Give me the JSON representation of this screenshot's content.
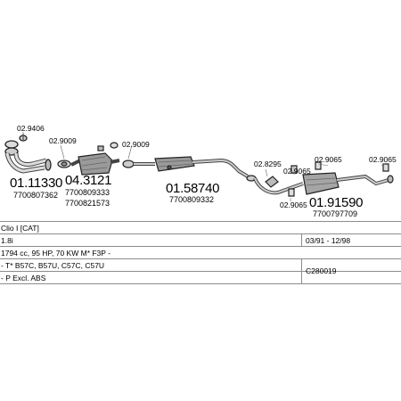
{
  "parts": {
    "p1_small": "02.9406",
    "p1_main": "01.11330",
    "p1_oem": "7700807362",
    "p2_small": "02.9009",
    "p2_main": "04.3121",
    "p2_oem1": "7700809333",
    "p2_oem2": "7700821573",
    "p3_small": "02.9009",
    "p3_main": "01.58740",
    "p3_oem": "7700809332",
    "p4_small_top": "02.8295",
    "p4_small_mid": "02.9065",
    "p4_small_low": "02.9065",
    "p5_small_a": "02.9065",
    "p5_small_b": "02.9065",
    "p5_main": "01.91590",
    "p5_oem": "7700797709"
  },
  "table": {
    "row1_left": "Clio I  [CAT]",
    "row2_left": "1.8i",
    "row2_right": "03/91 - 12/98",
    "row3_left": "1794 cc, 95 HP, 70 KW M* F3P -",
    "row4_left": "- T* B57C, B57U, C57C, C57U",
    "row5_left": "- P  Excl. ABS",
    "row5_right": "C280019"
  }
}
